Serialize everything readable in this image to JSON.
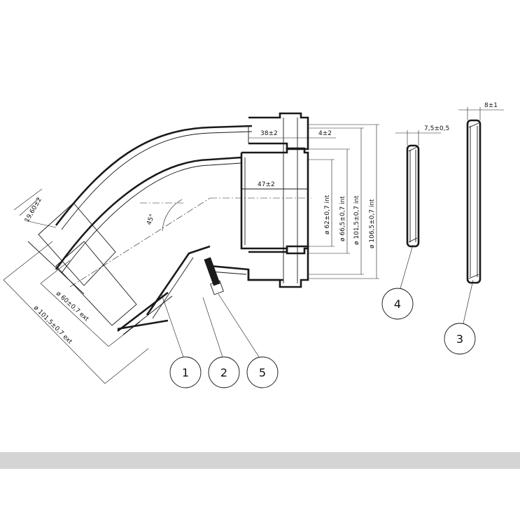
{
  "dimensions": {
    "offset_19_60": "19,60±2",
    "angle_45": "45°",
    "socket_38": "38±2",
    "socket_4": "4±2",
    "socket_47": "47±2",
    "dia_62_int": "ø 62±0,7  int",
    "dia_66_5_int": "ø 66,5±0,7  int",
    "dia_101_5_int": "ø 101,5±0,7  int",
    "dia_106_5_int": "ø 106,5±0,7  int",
    "dia_60_ext": "ø 60±0,7  ext",
    "dia_101_5_ext": "ø 101,5±0,7  ext",
    "seal_width_4": "7,5±0,5",
    "seal_width_3": "8±1"
  },
  "callouts": [
    "1",
    "2",
    "5",
    "4",
    "3"
  ],
  "colors": {
    "line": "#1a1a1a",
    "band": "#d4d4d4",
    "background": "#ffffff"
  }
}
